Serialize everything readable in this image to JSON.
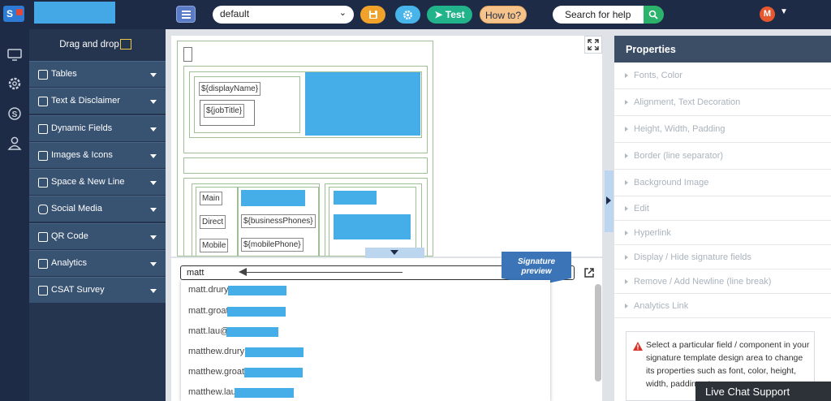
{
  "topbar": {
    "template_value": "default",
    "test_label": "Test",
    "howto_label": "How to?",
    "search_placeholder": "Search for help",
    "avatar_initial": "M"
  },
  "sidebar": {
    "header": "Drag and drop",
    "categories": [
      {
        "label": "Tables",
        "icon": "table-icon"
      },
      {
        "label": "Text & Disclaimer",
        "icon": "text-icon"
      },
      {
        "label": "Dynamic Fields",
        "icon": "code-icon"
      },
      {
        "label": "Images & Icons",
        "icon": "image-icon"
      },
      {
        "label": "Space & New Line",
        "icon": "enter-icon"
      },
      {
        "label": "Social Media",
        "icon": "instagram-icon"
      },
      {
        "label": "QR Code",
        "icon": "qr-icon"
      },
      {
        "label": "Analytics",
        "icon": "chart-icon"
      },
      {
        "label": "CSAT Survey",
        "icon": "survey-icon"
      }
    ]
  },
  "canvas": {
    "display_name": "${displayName}",
    "job_title": "${jobTitle}",
    "row_main": "Main",
    "row_direct": "Direct",
    "direct_value": "${businessPhones}",
    "row_mobile": "Mobile",
    "mobile_value": "${mobilePhone}"
  },
  "preview": {
    "ribbon_line1": "Signature",
    "ribbon_line2": "preview",
    "recipient_value": "matt",
    "suggestions": [
      "matt.drury",
      "matt.groat",
      "matt.lau@",
      "matthew.drury",
      "matthew.groat",
      "matthew.lau"
    ]
  },
  "properties": {
    "title": "Properties",
    "items": [
      "Fonts, Color",
      "Alignment, Text Decoration",
      "Height, Width, Padding",
      "Border (line separator)",
      "Background Image",
      "Edit",
      "Hyperlink",
      "Display / Hide signature fields",
      "Remove / Add Newline (line break)",
      "Analytics Link"
    ],
    "info_text": "Select a particular field / component in your signature template design area to change its properties such as font, color, height, width, padding etc."
  },
  "live_chat": "Live Chat Support",
  "colors": {
    "topbar": "#1d2b47",
    "sidebar": "#25354f",
    "category": "#385272",
    "placeholder_blue": "#45ade8",
    "ribbon": "#3b75b8"
  }
}
